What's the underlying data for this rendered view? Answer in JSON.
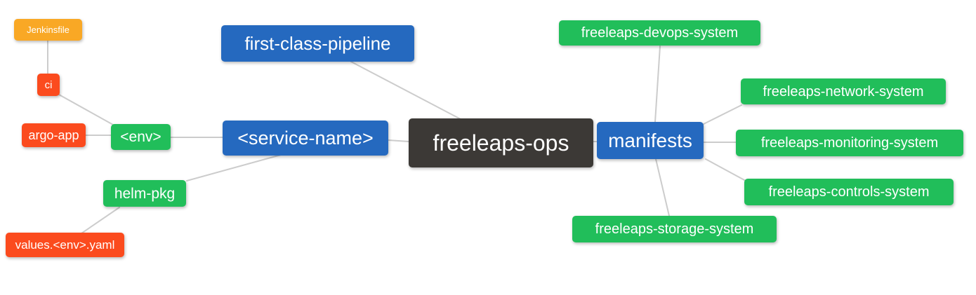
{
  "diagram": {
    "type": "mind-map",
    "palette": {
      "root": "#3C3936",
      "branch_blue": "#2569BF",
      "leaf_green": "#21BE5A",
      "leaf_red": "#FB4B1E",
      "leaf_orange": "#F9A825",
      "edge": "#CCCCCC",
      "text": "#FFFFFF"
    },
    "nodes": {
      "freeleaps_ops": {
        "label": "freeleaps-ops",
        "color": "#3C3936"
      },
      "service_name": {
        "label": "<service-name>",
        "color": "#2569BF"
      },
      "first_class_pipeline": {
        "label": "first-class-pipeline",
        "color": "#2569BF"
      },
      "manifests": {
        "label": "manifests",
        "color": "#2569BF"
      },
      "env": {
        "label": "<env>",
        "color": "#21BE5A"
      },
      "helm_pkg": {
        "label": "helm-pkg",
        "color": "#21BE5A"
      },
      "ci": {
        "label": "ci",
        "color": "#FB4B1E"
      },
      "argo_app": {
        "label": "argo-app",
        "color": "#FB4B1E"
      },
      "values_env_yaml": {
        "label": "values.<env>.yaml",
        "color": "#FB4B1E"
      },
      "jenkinsfile": {
        "label": "Jenkinsfile",
        "color": "#F9A825"
      },
      "devops_system": {
        "label": "freeleaps-devops-system",
        "color": "#21BE5A"
      },
      "network_system": {
        "label": "freeleaps-network-system",
        "color": "#21BE5A"
      },
      "monitoring_system": {
        "label": "freeleaps-monitoring-system",
        "color": "#21BE5A"
      },
      "controls_system": {
        "label": "freeleaps-controls-system",
        "color": "#21BE5A"
      },
      "storage_system": {
        "label": "freeleaps-storage-system",
        "color": "#21BE5A"
      }
    },
    "edges": [
      {
        "from": "jenkinsfile",
        "to": "ci"
      },
      {
        "from": "ci",
        "to": "env"
      },
      {
        "from": "argo_app",
        "to": "env"
      },
      {
        "from": "env",
        "to": "service_name"
      },
      {
        "from": "helm_pkg",
        "to": "service_name"
      },
      {
        "from": "values_env_yaml",
        "to": "helm_pkg"
      },
      {
        "from": "first_class_pipeline",
        "to": "freeleaps_ops"
      },
      {
        "from": "service_name",
        "to": "freeleaps_ops"
      },
      {
        "from": "freeleaps_ops",
        "to": "manifests"
      },
      {
        "from": "manifests",
        "to": "devops_system"
      },
      {
        "from": "manifests",
        "to": "network_system"
      },
      {
        "from": "manifests",
        "to": "monitoring_system"
      },
      {
        "from": "manifests",
        "to": "controls_system"
      },
      {
        "from": "manifests",
        "to": "storage_system"
      }
    ]
  }
}
